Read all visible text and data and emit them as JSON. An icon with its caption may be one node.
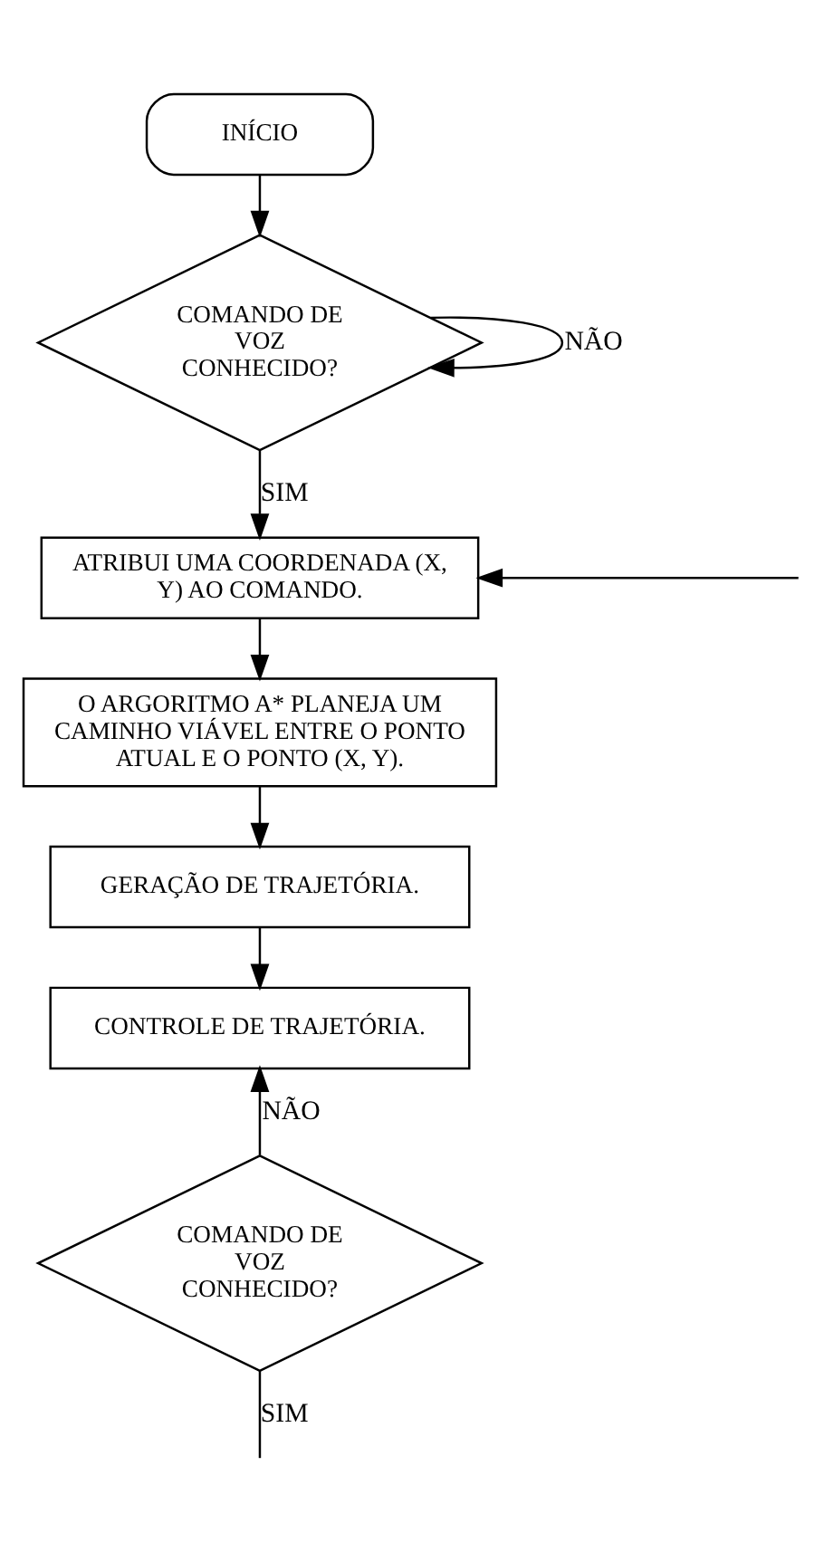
{
  "diagram": {
    "nodes": [
      {
        "text": [
          "INÍCIO"
        ]
      },
      {
        "text": [
          "COMANDO DE VOZ CONHECIDO?"
        ]
      },
      {
        "text": [
          "ATRIBUI UMA COORDENADA (X, Y) AO COMANDO."
        ]
      },
      {
        "text": [
          "O ARGORITMO A* PLANEJA UM CAMINHO VIÁVEL ENTRE O PONTO ATUAL E O PONTO (X, Y)."
        ]
      },
      {
        "text": [
          "GERAÇÃO DE TRAJETÓRIA."
        ]
      },
      {
        "text": [
          "CONTROLE DE TRAJETÓRIA."
        ]
      },
      {
        "text": [
          "COMANDO DE VOZ CONHECIDO?"
        ]
      }
    ],
    "edges": [
      {
        "from": 0,
        "to": 1,
        "arrow": "to"
      },
      {
        "from": 1,
        "to": 1,
        "label": "NÃO",
        "arrow": "to"
      },
      {
        "from": 1,
        "to": 2,
        "label": "SIM",
        "arrow": "to"
      },
      {
        "from": null,
        "to": 2,
        "arrow": "to"
      },
      {
        "from": 2,
        "to": 3,
        "arrow": "to"
      },
      {
        "from": 3,
        "to": 4,
        "arrow": "to"
      },
      {
        "from": 4,
        "to": 5,
        "arrow": "to"
      },
      {
        "from": 6,
        "to": 5,
        "label": "NÃO",
        "arrow": "to"
      },
      {
        "from": 6,
        "to": null,
        "label": "SIM",
        "arrow": "none"
      }
    ]
  }
}
